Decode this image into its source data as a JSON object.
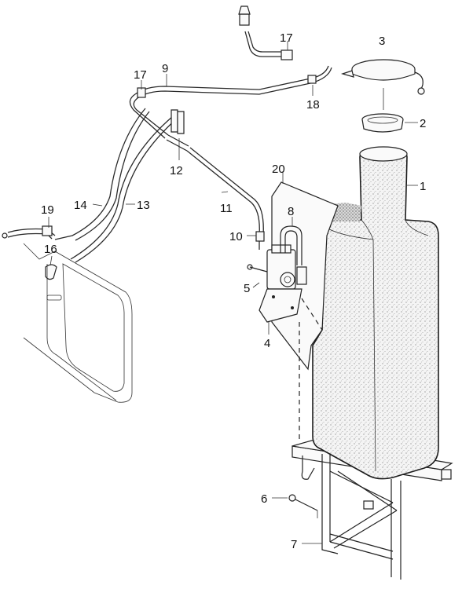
{
  "callouts": [
    {
      "id": "1",
      "text": "1"
    },
    {
      "id": "2",
      "text": "2"
    },
    {
      "id": "3",
      "text": "3"
    },
    {
      "id": "4",
      "text": "4"
    },
    {
      "id": "5",
      "text": "5"
    },
    {
      "id": "6",
      "text": "6"
    },
    {
      "id": "7",
      "text": "7"
    },
    {
      "id": "8",
      "text": "8"
    },
    {
      "id": "9",
      "text": "9"
    },
    {
      "id": "10",
      "text": "10"
    },
    {
      "id": "11",
      "text": "11"
    },
    {
      "id": "12",
      "text": "12"
    },
    {
      "id": "13",
      "text": "13"
    },
    {
      "id": "14",
      "text": "14"
    },
    {
      "id": "16",
      "text": "16"
    },
    {
      "id": "17a",
      "text": "17"
    },
    {
      "id": "17b",
      "text": "17"
    },
    {
      "id": "18",
      "text": "18"
    },
    {
      "id": "19",
      "text": "19"
    },
    {
      "id": "20",
      "text": "20"
    }
  ]
}
